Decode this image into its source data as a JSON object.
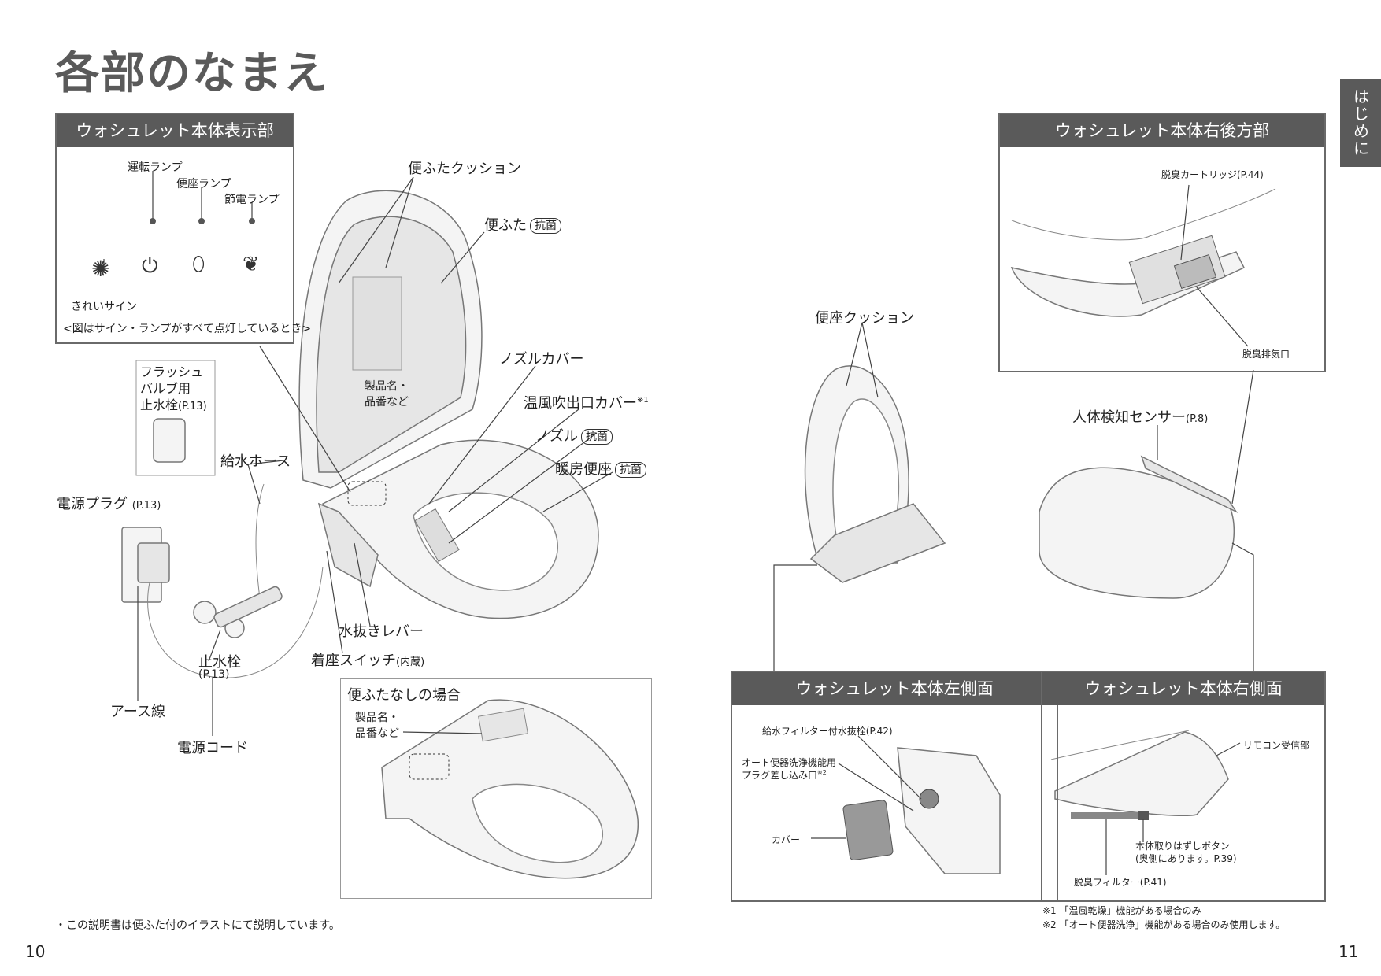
{
  "title": "各部のなまえ",
  "side_tab": "はじめに",
  "pages": {
    "left": "10",
    "right": "11"
  },
  "display_panel": {
    "header": "ウォシュレット本体表示部",
    "lamps": {
      "run": "運転ランプ",
      "seat": "便座ランプ",
      "eco": "節電ランプ",
      "clean": "きれいサイン"
    },
    "note": "<図はサイン・ランプがすべて点灯しているとき>"
  },
  "flush_valve": {
    "line1": "フラッシュ",
    "line2": "バルブ用",
    "line3": "止水栓",
    "ref": "(P.13)"
  },
  "labels": {
    "lid_cushion": "便ふたクッション",
    "lid": "便ふた",
    "antibacterial": "抗菌",
    "nozzle_cover": "ノズルカバー",
    "warm_air_cover": "温風吹出口カバー",
    "warm_air_mark": "※1",
    "nozzle": "ノズル",
    "heated_seat": "暖房便座",
    "product_name_1": "製品名・",
    "product_name_2": "品番など",
    "water_hose": "給水ホース",
    "power_plug": "電源プラグ",
    "power_plug_ref": "(P.13)",
    "drain_lever": "水抜きレバー",
    "seat_switch": "着座スイッチ",
    "seat_switch_note": "(内蔵)",
    "stop_valve": "止水栓",
    "stop_valve_ref": "(P.13)",
    "earth_wire": "アース線",
    "power_cord": "電源コード",
    "seat_cushion": "便座クッション",
    "body_sensor": "人体検知センサー",
    "body_sensor_ref": "(P.8)"
  },
  "no_lid_box": {
    "header": "便ふたなしの場合",
    "product_name_1": "製品名・",
    "product_name_2": "品番など"
  },
  "rear_right_panel": {
    "header": "ウォシュレット本体右後方部",
    "cartridge": "脱臭カートリッジ(P.44)",
    "exhaust": "脱臭排気口"
  },
  "left_side_panel": {
    "header": "ウォシュレット本体左側面",
    "drain_plug": "給水フィルター付水抜栓(P.42)",
    "auto_flush_1": "オート便器洗浄機能用",
    "auto_flush_2": "プラグ差し込み口",
    "auto_flush_mark": "※2",
    "cover": "カバー"
  },
  "right_side_panel": {
    "header": "ウォシュレット本体右側面",
    "remote_receiver": "リモコン受信部",
    "release_button_1": "本体取りはずしボタン",
    "release_button_2": "(奥側にあります。P.39)",
    "deodor_filter": "脱臭フィルター(P.41)"
  },
  "footnotes": {
    "left": "・この説明書は便ふた付のイラストにて説明しています。",
    "note1": "※1 「温風乾燥」機能がある場合のみ",
    "note2": "※2 「オート便器洗浄」機能がある場合のみ使用します。"
  }
}
